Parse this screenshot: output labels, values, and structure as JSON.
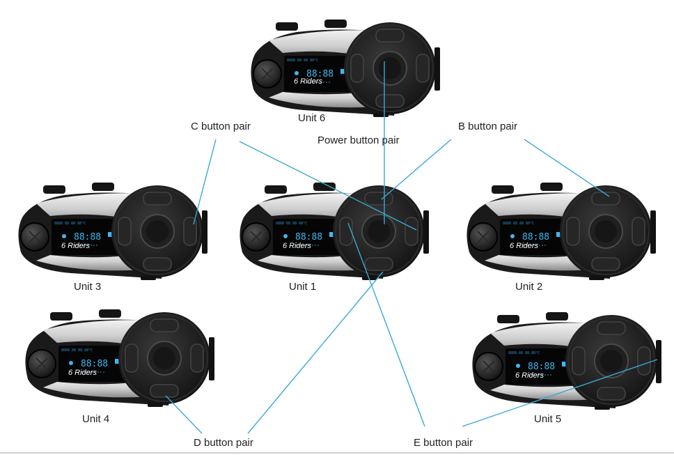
{
  "units": [
    {
      "id": "unit-6",
      "label": "Unit 6",
      "screen_text": "6 Riders"
    },
    {
      "id": "unit-3",
      "label": "Unit 3",
      "screen_text": "6 Riders"
    },
    {
      "id": "unit-1",
      "label": "Unit 1",
      "screen_text": "6 Riders"
    },
    {
      "id": "unit-2",
      "label": "Unit 2",
      "screen_text": "6 Riders"
    },
    {
      "id": "unit-4",
      "label": "Unit 4",
      "screen_text": "6 Riders"
    },
    {
      "id": "unit-5",
      "label": "Unit 5",
      "screen_text": "6 Riders"
    }
  ],
  "callouts": {
    "c_pair": "C button pair",
    "power_pair": "Power button pair",
    "b_pair": "B button pair",
    "d_pair": "D button pair",
    "e_pair": "E button pair"
  },
  "lcd": {
    "time": "88:88",
    "date": "8888 88 88",
    "temp": "88°C"
  },
  "colors": {
    "leader_line": "#3aa8d8",
    "device_body": "#1c1c1c",
    "lcd_text": "#3fb6f0"
  }
}
